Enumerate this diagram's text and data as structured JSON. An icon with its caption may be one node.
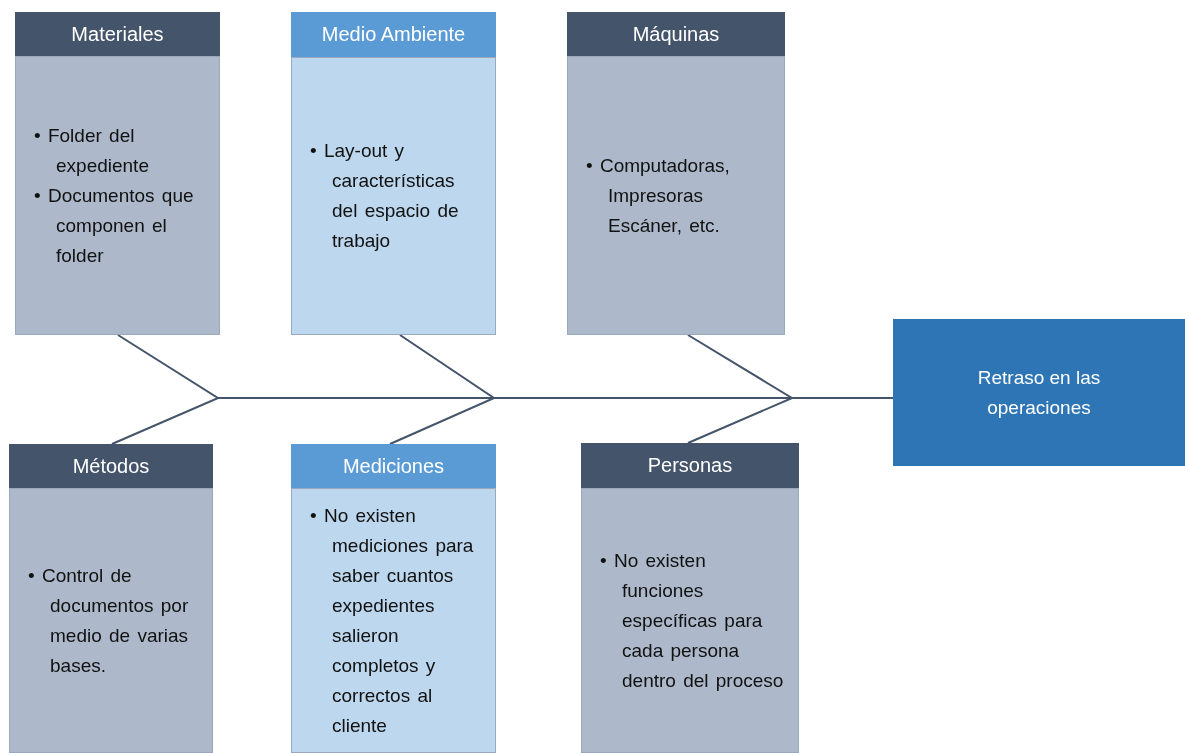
{
  "diagram": {
    "nodes": [
      {
        "text": [
          "Materiales",
          "• Folder del expediente",
          "• Documentos que componen el folder"
        ]
      },
      {
        "text": [
          "Medio Ambiente",
          "• Lay-out y características del espacio de trabajo"
        ]
      },
      {
        "text": [
          "Máquinas",
          "• Computadoras, Impresoras Escáner, etc."
        ]
      },
      {
        "text": [
          "Métodos",
          "• Control de documentos por medio de varias bases."
        ]
      },
      {
        "text": [
          "Mediciones",
          "• No existen mediciones para saber cuantos expedientes salieron completos y correctos al cliente"
        ]
      },
      {
        "text": [
          "Personas",
          "• No existen funciones específicas para cada persona dentro del proceso"
        ]
      },
      {
        "text": [
          "Retraso en las operaciones"
        ]
      }
    ],
    "edges": [
      {
        "from": 0,
        "to": 6,
        "arrow": "none"
      },
      {
        "from": 1,
        "to": 6,
        "arrow": "none"
      },
      {
        "from": 2,
        "to": 6,
        "arrow": "none"
      },
      {
        "from": 3,
        "to": 6,
        "arrow": "none"
      },
      {
        "from": 4,
        "to": 6,
        "arrow": "none"
      },
      {
        "from": 5,
        "to": 6,
        "arrow": "none"
      }
    ]
  }
}
